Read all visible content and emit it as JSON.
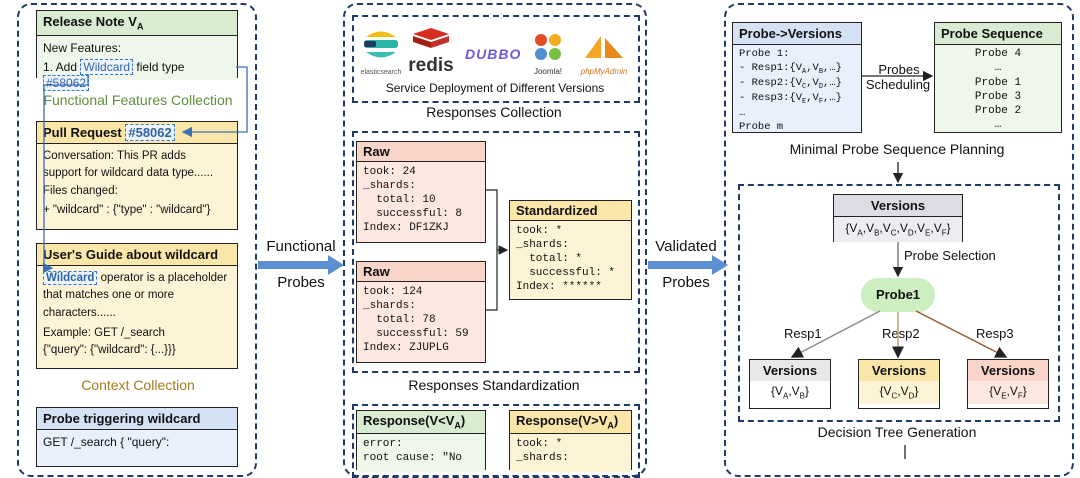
{
  "left": {
    "release_note": {
      "title": "Release Note V",
      "title_sub": "A",
      "line1": "New Features:",
      "line2_prefix": "1.   Add ",
      "line2_tag": "Wildcard",
      "line2_mid": " field type ",
      "line2_ref": "#58062"
    },
    "functional_caption": "Functional Features Collection",
    "pull_request": {
      "title": "Pull Request ",
      "ref": "#58062",
      "line1": "Conversation: This PR adds",
      "line2": "support for wildcard data type......",
      "line3": "Files changed:",
      "line4": "+ \"wildcard\" : {\"type\" : \"wildcard\"}"
    },
    "users_guide": {
      "title": "User's Guide about wildcard",
      "tag": "Wildcard",
      "line1_rest": " operator is a placeholder",
      "line2": "that matches one or more",
      "line3": "characters......",
      "line4": "Example: GET /_search",
      "line5": "{\"query\": {\"wildcard\": {...}}}"
    },
    "context_caption": "Context Collection",
    "probe_triggering": {
      "title": "Probe triggering wildcard",
      "line1": "GET /_search { \"query\":"
    }
  },
  "arrow1": {
    "line1": "Functional",
    "line2": "Probes"
  },
  "middle": {
    "logos": {
      "elasticsearch": "elasticsearch",
      "redis": "redis",
      "dubbo": "DUBBO",
      "joomla": "Joomla!",
      "phpmyadmin": "phpMyAdmin"
    },
    "service_caption": "Service Deployment of Different Versions",
    "responses_collection": "Responses Collection",
    "raw1": {
      "title": "Raw",
      "body": "took: 24\n_shards:\n  total: 10\n  successful: 8\nIndex: DF1ZKJ"
    },
    "raw2": {
      "title": "Raw",
      "body": "took: 124\n_shards:\n  total: 78\n  successful: 59\nIndex: ZJUPLG"
    },
    "standardized": {
      "title": "Standardized",
      "body": "took: *\n_shards:\n  total: *\n  successful: *\nIndex: ******"
    },
    "responses_standardization": "Responses Standardization",
    "resp_lt": {
      "title": "Response(V<V",
      "title_sub": "A",
      "title_end": ")",
      "body": "error:\nroot cause: \"No"
    },
    "resp_gt": {
      "title": "Response(V>V",
      "title_sub": "A",
      "title_end": ")",
      "body": "took: *\n_shards:"
    }
  },
  "arrow2": {
    "line1": "Validated",
    "line2": "Probes"
  },
  "right": {
    "probe_versions": {
      "title": "Probe->Versions",
      "line1": "Probe 1:",
      "line2_pre": "- Resp1:{V",
      "line2_s1": "A",
      "line2_mid": ",V",
      "line2_s2": "B",
      "line2_end": ",…}",
      "line3_pre": "- Resp2:{V",
      "line3_s1": "C",
      "line3_mid": ",V",
      "line3_s2": "D",
      "line3_end": ",…}",
      "line4_pre": "- Resp3:{V",
      "line4_s1": "E",
      "line4_mid": ",V",
      "line4_s2": "F",
      "line4_end": ",…}",
      "line5": "…",
      "line6": "Probe m"
    },
    "scheduling": {
      "line1": "Probes",
      "line2": "Scheduling"
    },
    "probe_sequence": {
      "title": "Probe Sequence",
      "items": [
        "Probe 4",
        "…",
        "Probe 1",
        "Probe 3",
        "Probe 2",
        "…"
      ]
    },
    "minimal_caption": "Minimal Probe Sequence Planning",
    "versions_all": {
      "title": "Versions",
      "body": "{VA,VB,VC,VD,VE,VF}"
    },
    "probe_selection": "Probe Selection",
    "probe1": "Probe1",
    "resp1": "Resp1",
    "resp2": "Resp2",
    "resp3": "Resp3",
    "versions_ab": {
      "title": "Versions",
      "body": "{VA,VB}"
    },
    "versions_cd": {
      "title": "Versions",
      "body": "{VC,VD}"
    },
    "versions_ef": {
      "title": "Versions",
      "body": "{VE,VF}"
    },
    "decision_caption": "Decision Tree Generation"
  },
  "colors": {
    "panel_border": "#1f3a68",
    "arrow_blue": "#5b8fd1",
    "green": "#d7ecd0",
    "yellow": "#fbe6a9",
    "blue": "#d4e2f4",
    "pink": "#f8d5c8",
    "probe_node": "#cdeec0"
  }
}
